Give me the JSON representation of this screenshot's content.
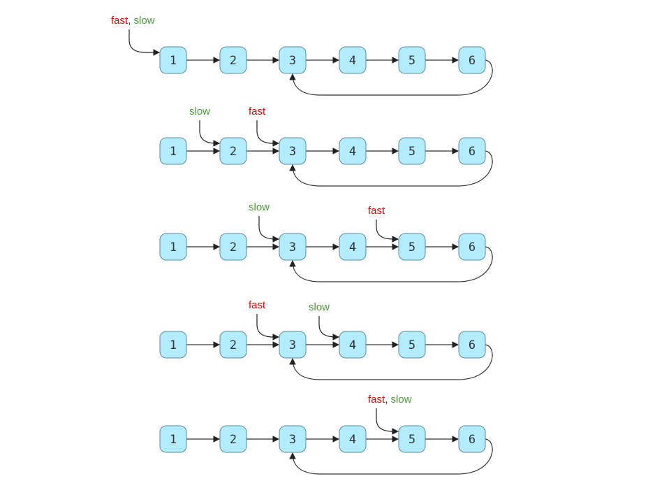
{
  "colors": {
    "node_fill": "#b3ecff",
    "node_stroke": "#5b8aa0",
    "fast": "#e60000",
    "slow": "#4c9a3a",
    "edge": "#333333"
  },
  "node_labels": [
    "1",
    "2",
    "3",
    "4",
    "5",
    "6"
  ],
  "cycle": {
    "from_node": 6,
    "to_node": 3
  },
  "steps": [
    {
      "pointer_groups": [
        {
          "at_node": 1,
          "fast": "fast",
          "separator": ",",
          "slow": "slow"
        }
      ]
    },
    {
      "pointer_groups": [
        {
          "at_node": 2,
          "slow": "slow"
        },
        {
          "at_node": 3,
          "fast": "fast"
        }
      ]
    },
    {
      "pointer_groups": [
        {
          "at_node": 3,
          "slow": "slow"
        },
        {
          "at_node": 5,
          "fast": "fast"
        }
      ]
    },
    {
      "pointer_groups": [
        {
          "at_node": 3,
          "fast": "fast"
        },
        {
          "at_node": 4,
          "slow": "slow"
        }
      ]
    },
    {
      "pointer_groups": [
        {
          "at_node": 5,
          "fast": "fast",
          "separator": ",",
          "slow": "slow"
        }
      ]
    }
  ]
}
